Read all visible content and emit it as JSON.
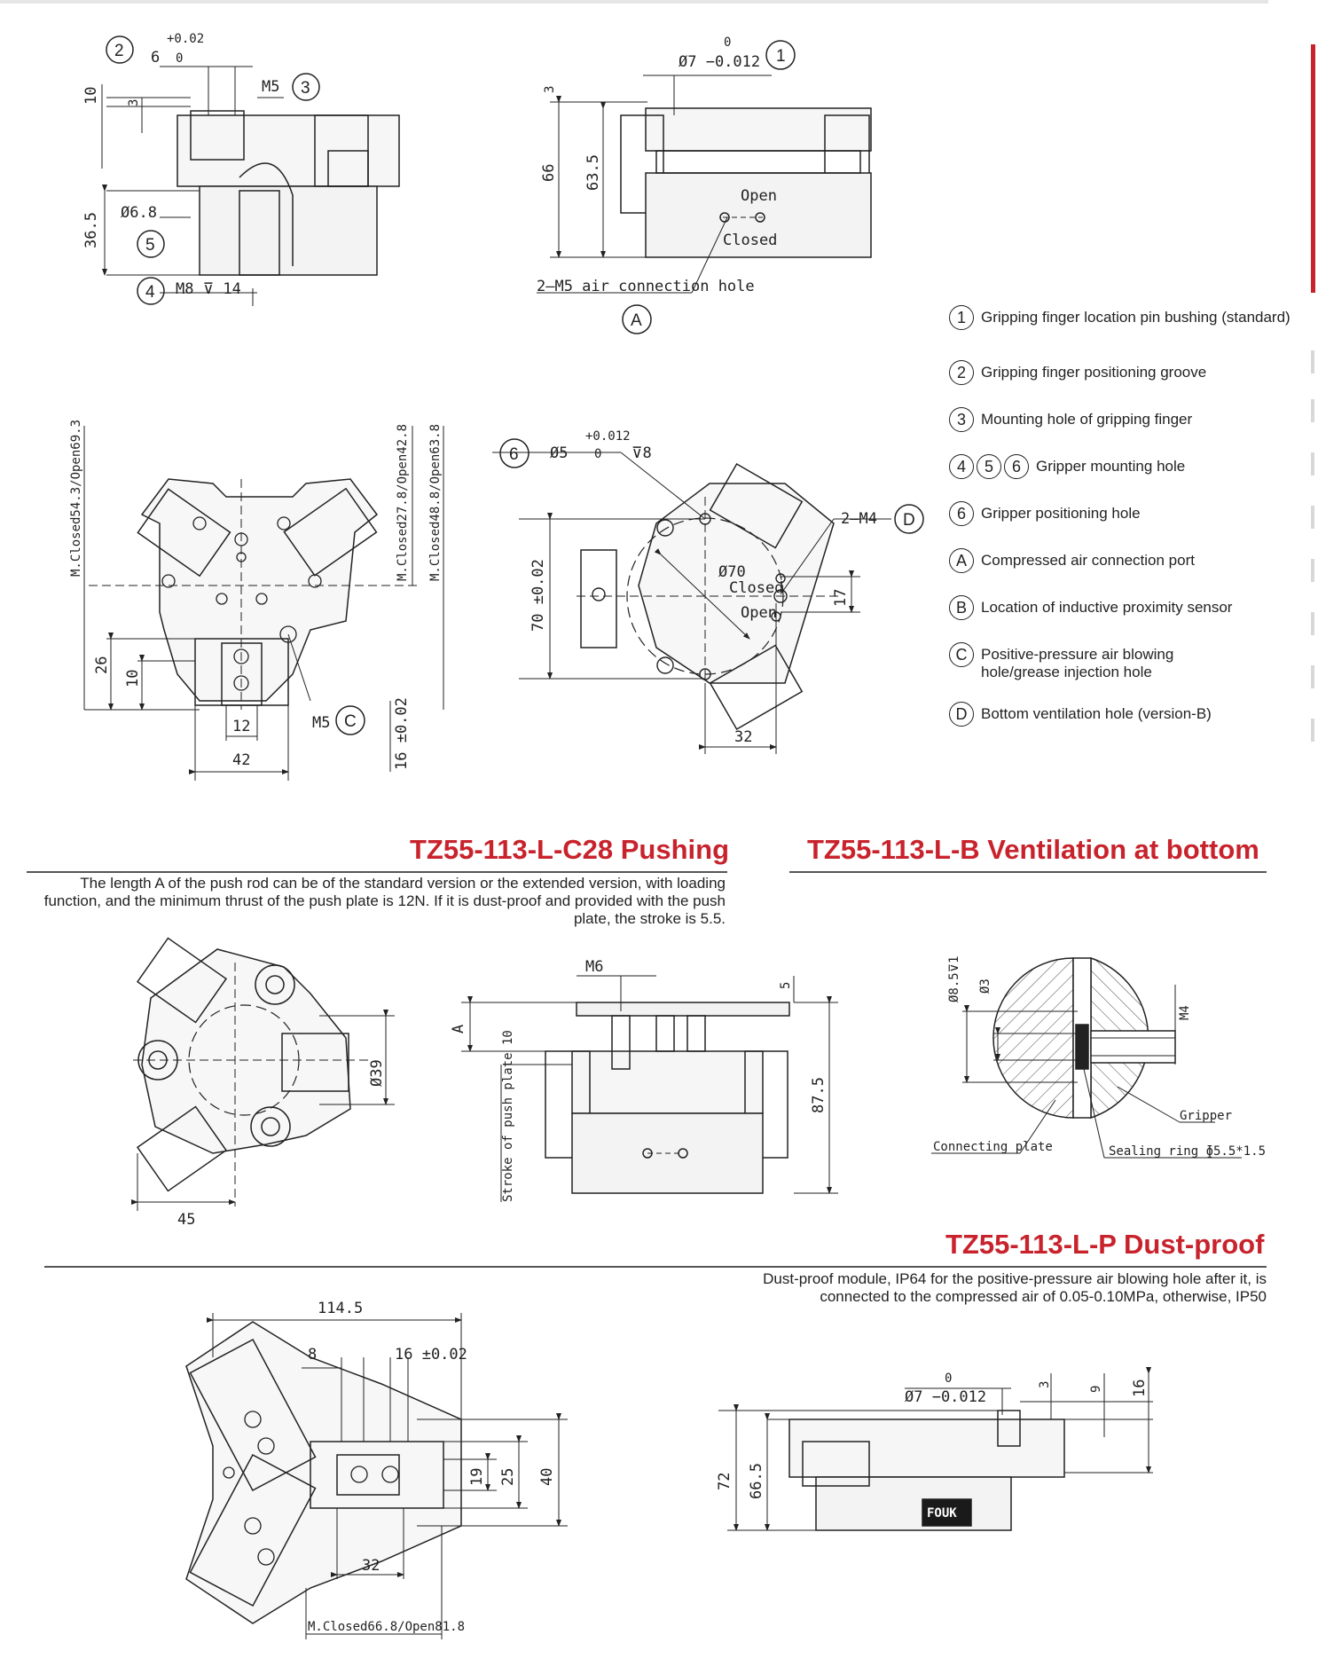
{
  "legend": [
    {
      "marks": [
        "1"
      ],
      "text": "Gripping finger location pin bushing (standard)"
    },
    {
      "marks": [
        "2"
      ],
      "text": "Gripping finger positioning groove"
    },
    {
      "marks": [
        "3"
      ],
      "text": "Mounting hole of gripping finger"
    },
    {
      "marks": [
        "4",
        "5",
        "6"
      ],
      "text": "Gripper mounting hole"
    },
    {
      "marks": [
        "6"
      ],
      "text": "Gripper positioning hole"
    },
    {
      "marks": [
        "A"
      ],
      "text": "Compressed air connection port"
    },
    {
      "marks": [
        "B"
      ],
      "text": "Location of inductive proximity sensor"
    },
    {
      "marks": [
        "C"
      ],
      "text": "Positive-pressure air blowing hole/grease injection hole"
    },
    {
      "marks": [
        "D"
      ],
      "text": "Bottom ventilation hole (version-B)"
    }
  ],
  "sections": {
    "pushing": {
      "title": "TZ55-113-L-C28 Pushing",
      "desc": "The length A of the push rod can be of the standard version or the extended version, with loading function, and the minimum thrust of the push plate is 12N. If it is dust-proof and provided with the push plate, the stroke is 5.5."
    },
    "ventilation": {
      "title": "TZ55-113-L-B Ventilation at bottom"
    },
    "dustproof": {
      "title": "TZ55-113-L-P Dust-proof",
      "desc": "Dust-proof module, IP64 for the positive-pressure air blowing hole after it, is connected to the compressed air of 0.05-0.10MPa, otherwise, IP50"
    }
  },
  "dims": {
    "d_tl_10": "10",
    "d_tl_3": "3",
    "d_tl_365": "36.5",
    "d_tl_tol": "+0.02",
    "d_tl_6": "6",
    "d_tl_0": "0",
    "d_tl_m5": "M5",
    "d_tl_phi68": "Ø6.8",
    "d_tl_m8": "M8 ⊽ 14",
    "d_tc_3": "3",
    "d_tc_66": "66",
    "d_tc_635": "63.5",
    "d_tc_0": "0",
    "d_tc_phi7": "Ø7 −0.012",
    "d_tc_open": "Open",
    "d_tc_closed": "Closed",
    "d_tc_air": "2—M5 air connection hole",
    "d_ml_54": "M.Closed54.3/Open69.3",
    "d_ml_278": "M.Closed27.8/Open42.8",
    "d_ml_488": "M.Closed48.8/Open63.8",
    "d_ml_26": "26",
    "d_ml_10": "10",
    "d_ml_12": "12",
    "d_ml_42": "42",
    "d_ml_m5": "M5",
    "d_ml_16": "16 ±0.02",
    "d_mc_tol": "+0.012",
    "d_mc_0": "0",
    "d_mc_phi5": "Ø5",
    "d_mc_8": "⊽8",
    "d_mc_m4": "2—M4",
    "d_mc_70": "70 ±0.02",
    "d_mc_phi70": "Ø70",
    "d_mc_closed": "Closed",
    "d_mc_open": "Open",
    "d_mc_17": "17",
    "d_mc_32": "32",
    "d_pl_phi39": "Ø39",
    "d_pl_45": "45",
    "d_pc_m6": "M6",
    "d_pc_5": "5",
    "d_pc_a": "A",
    "d_pc_stroke": "Stroke of push plate 10",
    "d_pc_875": "87.5",
    "d_vr_85": "Ø8.5⊽1",
    "d_vr_3": "Ø3",
    "d_vr_m4": "M4",
    "d_vr_gripper": "Gripper",
    "d_vr_plate": "Connecting plate",
    "d_vr_seal": "Sealing ring ɸ5.5*1.5",
    "d_bl_1145": "114.5",
    "d_bl_8": "8",
    "d_bl_16": "16 ±0.02",
    "d_bl_19": "19",
    "d_bl_25": "25",
    "d_bl_40": "40",
    "d_bl_32": "32",
    "d_bl_m": "M.Closed66.8/Open81.8",
    "d_br_0": "0",
    "d_br_phi7": "Ø7 −0.012",
    "d_br_3": "3",
    "d_br_9": "9",
    "d_br_16": "16",
    "d_br_72": "72",
    "d_br_665": "66.5",
    "d_br_logo": "FOUK"
  },
  "callouts": {
    "c1": "1",
    "c2": "2",
    "c3": "3",
    "c4": "4",
    "c5": "5",
    "c6": "6",
    "cA": "A",
    "cC": "C",
    "cD": "D"
  }
}
